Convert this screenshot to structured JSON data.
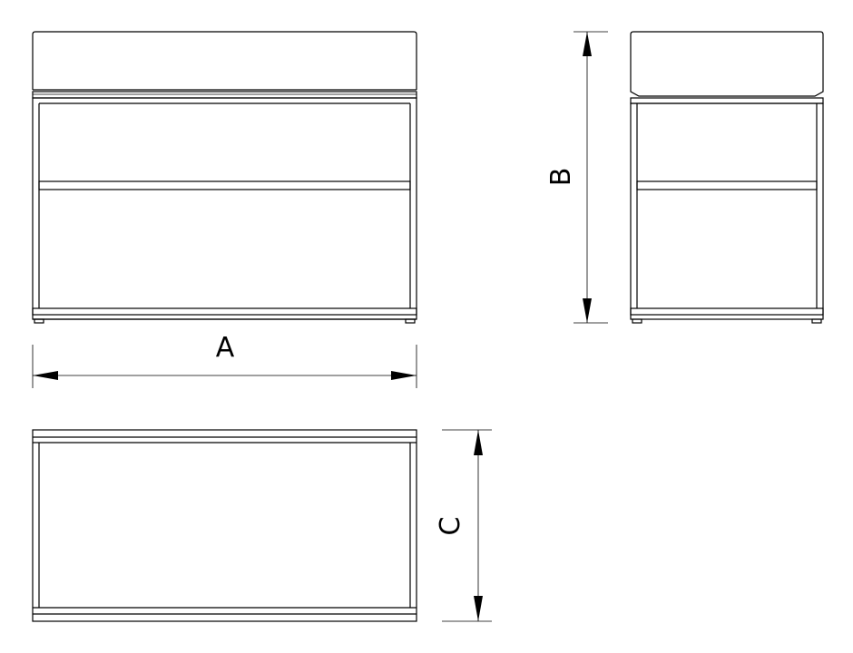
{
  "dimensions": {
    "width_label": "A",
    "height_label": "B",
    "depth_label": "C"
  },
  "views": {
    "front": "front-view",
    "side": "side-view",
    "top": "top-view"
  },
  "colors": {
    "line": "#000000",
    "background": "#ffffff"
  }
}
